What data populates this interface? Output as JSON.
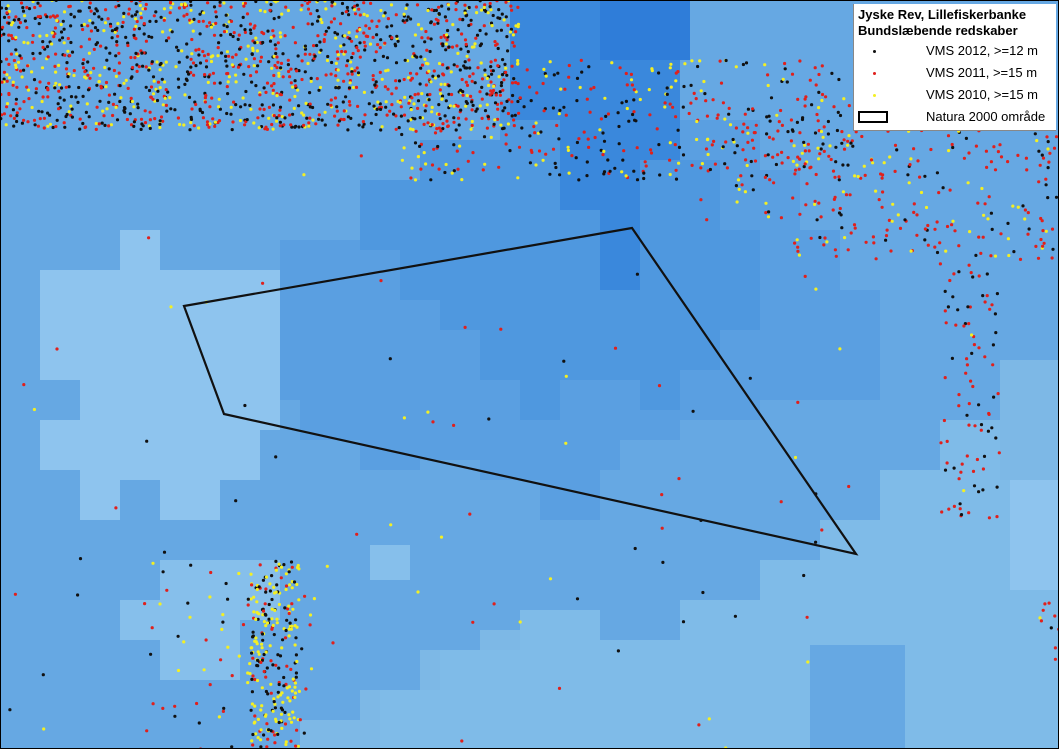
{
  "legend": {
    "title_line1": "Jyske Rev, Lillefiskerbanke",
    "title_line2": "Bundslæbende redskaber",
    "items": [
      {
        "label": "VMS 2012, >=12 m",
        "color": "#111111",
        "icon": "black-dot-icon"
      },
      {
        "label": "VMS 2011, >=15 m",
        "color": "#e0201c",
        "icon": "red-dot-icon"
      },
      {
        "label": "VMS 2010, >=15 m",
        "color": "#f3ef24",
        "icon": "yellow-dot-icon"
      },
      {
        "label": "Natura 2000 område",
        "color": "#000000",
        "icon": "outline-rectangle-icon"
      }
    ]
  },
  "colors": {
    "shallow": "#7fbbe8",
    "mid": "#63a6e3",
    "deep": "#4b95df",
    "deepest": "#3483dc",
    "natura_outline": "#111111"
  }
}
